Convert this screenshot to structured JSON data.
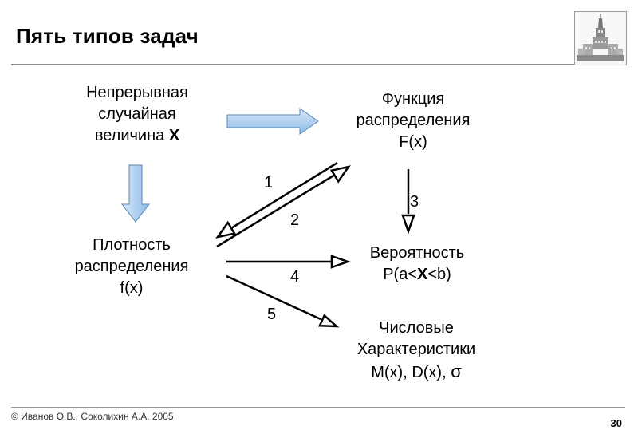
{
  "slide": {
    "title": "Пять типов задач",
    "page_number": "30"
  },
  "footer": {
    "copyright": "© Иванов О.В., Соколихин А.А. 2005"
  },
  "nodes": {
    "random_variable": {
      "line1": "Непрерывная",
      "line2": "случайная",
      "line3_text": "величина ",
      "line3_bold": "X"
    },
    "cdf": {
      "line1": "Функция",
      "line2": "распределения",
      "line3": "F(x)"
    },
    "pdf": {
      "line1": "Плотность",
      "line2": "распределения",
      "line3": "f(x)"
    },
    "probability": {
      "line1": "Вероятность",
      "line2_pre": "P(a<",
      "line2_bold": "X",
      "line2_post": "<b)"
    },
    "numeric": {
      "line1": "Числовые",
      "line2": "Характеристики",
      "line3_pre": "M(x), D(x), ",
      "line3_sigma": "σ"
    }
  },
  "edge_labels": [
    "1",
    "2",
    "3",
    "4",
    "5"
  ],
  "colors": {
    "block_arrow_fill": "#a9cdf2",
    "block_arrow_stroke": "#5b86b3",
    "line_arrow": "#000000",
    "rule": "#8c8c8c"
  }
}
